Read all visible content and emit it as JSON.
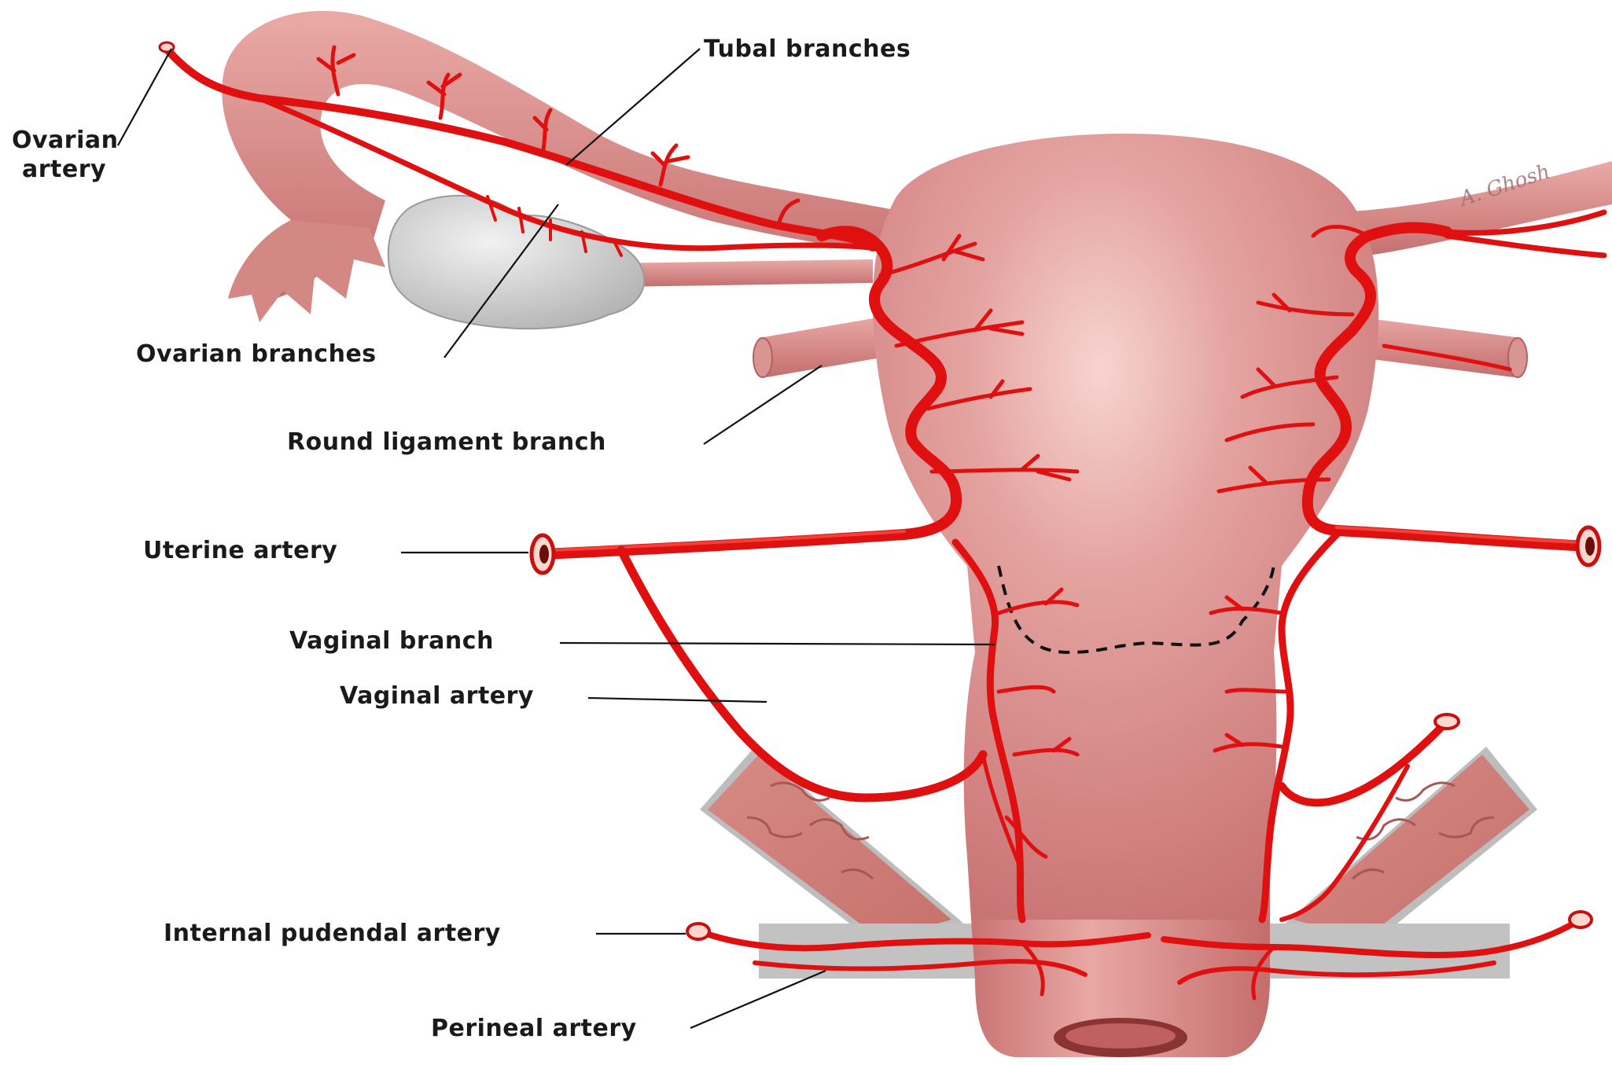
{
  "labels": {
    "ovarian_artery_l1": "Ovarian",
    "ovarian_artery_l2": "artery",
    "tubal_branches": "Tubal branches",
    "ovarian_branches": "Ovarian branches",
    "round_ligament_branch": "Round ligament branch",
    "uterine_artery": "Uterine artery",
    "vaginal_branch": "Vaginal branch",
    "vaginal_artery": "Vaginal artery",
    "internal_pudendal_artery": "Internal pudendal artery",
    "perineal_artery": "Perineal artery"
  },
  "signature": "A. Ghosh",
  "colors": {
    "artery": "#e01010",
    "uterus": "#d88a8a",
    "ovary": "#cfcfcf",
    "background": "#ffffff"
  }
}
